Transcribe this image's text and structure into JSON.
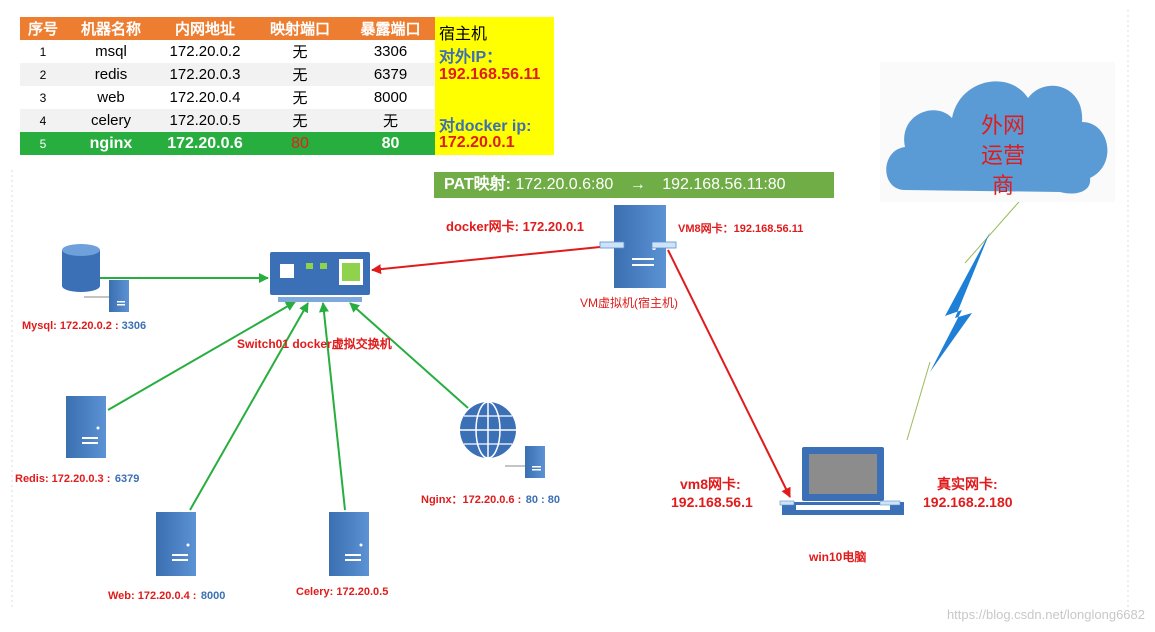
{
  "table": {
    "headers": [
      "序号",
      "机器名称",
      "内网地址",
      "映射端口",
      "暴露端口"
    ],
    "rows": [
      {
        "idx": "1",
        "name": "msql",
        "ip": "172.20.0.2",
        "map": "无",
        "expose": "3306"
      },
      {
        "idx": "2",
        "name": "redis",
        "ip": "172.20.0.3",
        "map": "无",
        "expose": "6379"
      },
      {
        "idx": "3",
        "name": "web",
        "ip": "172.20.0.4",
        "map": "无",
        "expose": "8000"
      },
      {
        "idx": "4",
        "name": "celery",
        "ip": "172.20.0.5",
        "map": "无",
        "expose": "无"
      },
      {
        "idx": "5",
        "name": "nginx",
        "ip": "172.20.0.6",
        "map": "80",
        "expose": "80"
      }
    ]
  },
  "host_box": {
    "title": "宿主机",
    "ext_label": "对外IP：",
    "ext_ip": "192.168.56.11",
    "docker_label": "对docker ip:",
    "docker_ip": "172.20.0.1"
  },
  "pat": {
    "label": "PAT映射:",
    "from": "172.20.0.6:80",
    "arrow": "→",
    "to": "192.168.56.11:80"
  },
  "labels": {
    "docker_nic": "docker网卡: 172.20.0.1",
    "vm8_nic_host": "VM8网卡：192.168.56.11",
    "vm_name": "VM虚拟机(宿主机)",
    "switch": "Switch01 docker虚拟交换机",
    "mysql_ip": "Mysql: 172.20.0.2 :",
    "mysql_port": "3306",
    "redis_ip": "Redis: 172.20.0.3 :",
    "redis_port": "6379",
    "web_ip": "Web: 172.20.0.4 :",
    "web_port": "8000",
    "celery_ip": "Celery: 172.20.0.5",
    "nginx_ip": "Nginx：172.20.0.6 :",
    "nginx_port": "80 : 80",
    "vm8_nic_label": "vm8网卡:",
    "vm8_nic_ip": "192.168.56.1",
    "real_nic_label": "真实网卡:",
    "real_nic_ip": "192.168.2.180",
    "win10": "win10电脑",
    "cloud_line1": "外网",
    "cloud_line2": "运营商",
    "watermark": "https://blog.csdn.net/longlong6682"
  },
  "colors": {
    "orange": "#ed7d31",
    "green": "#27ae3f",
    "yellow": "#ffff00",
    "red": "#e01b1b",
    "blue": "#3c6fb5",
    "server": "#4a7fc1",
    "cloud": "#5b9bd5"
  }
}
